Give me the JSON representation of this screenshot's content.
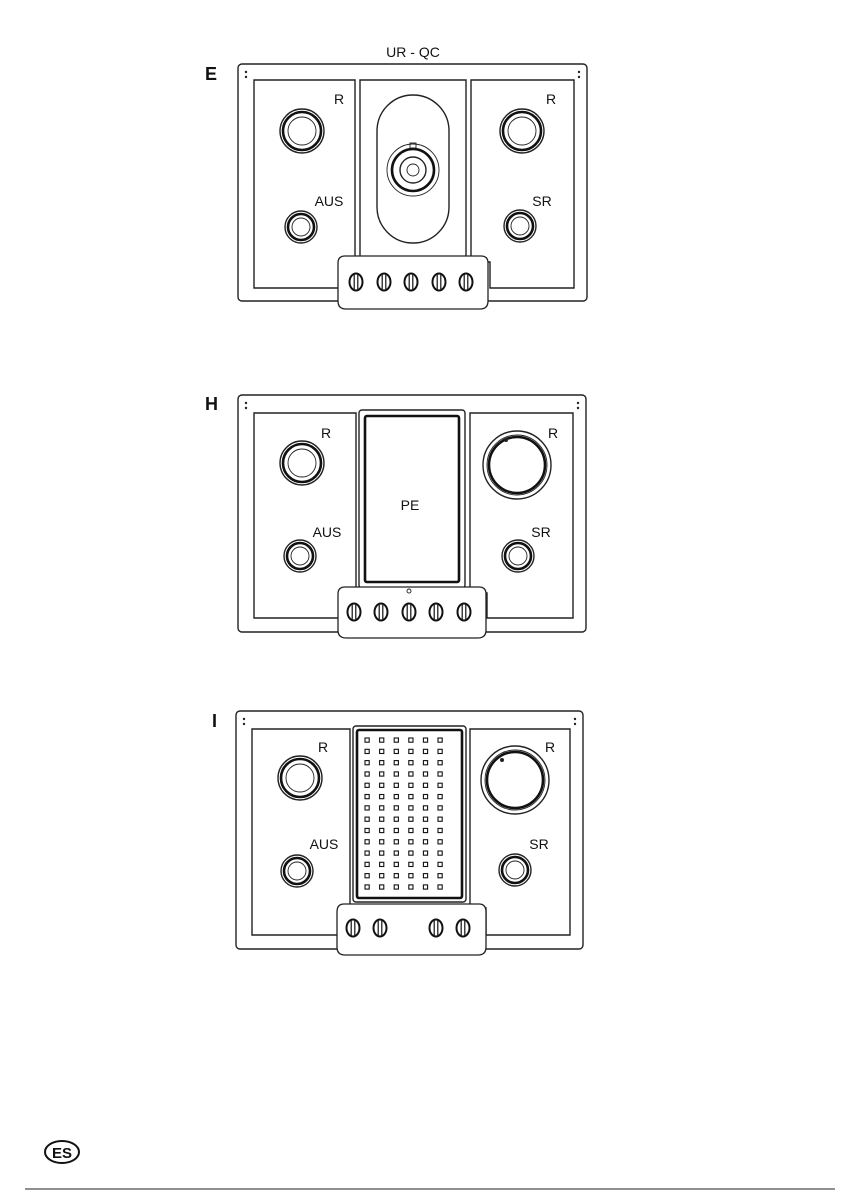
{
  "page": {
    "badge": "ES"
  },
  "hobs": [
    {
      "letter": "E",
      "center_title": "UR - QC",
      "labels": {
        "top_left": "R",
        "bottom_left": "AUS",
        "top_right": "R",
        "bottom_right": "SR",
        "center": ""
      },
      "center_element": "wok-burner",
      "knob_count": 5
    },
    {
      "letter": "H",
      "center_title": "",
      "labels": {
        "top_left": "R",
        "bottom_left": "AUS",
        "top_right": "R",
        "bottom_right": "SR",
        "center": "PE"
      },
      "center_element": "plain-panel",
      "knob_count": 5
    },
    {
      "letter": "I",
      "center_title": "",
      "labels": {
        "top_left": "R",
        "bottom_left": "AUS",
        "top_right": "R",
        "bottom_right": "SR",
        "center": ""
      },
      "center_element": "griddle-plate",
      "knob_count": 4
    }
  ],
  "icons": [
    "burner-icon",
    "knob-icon",
    "griddle-icon",
    "wok-icon"
  ]
}
